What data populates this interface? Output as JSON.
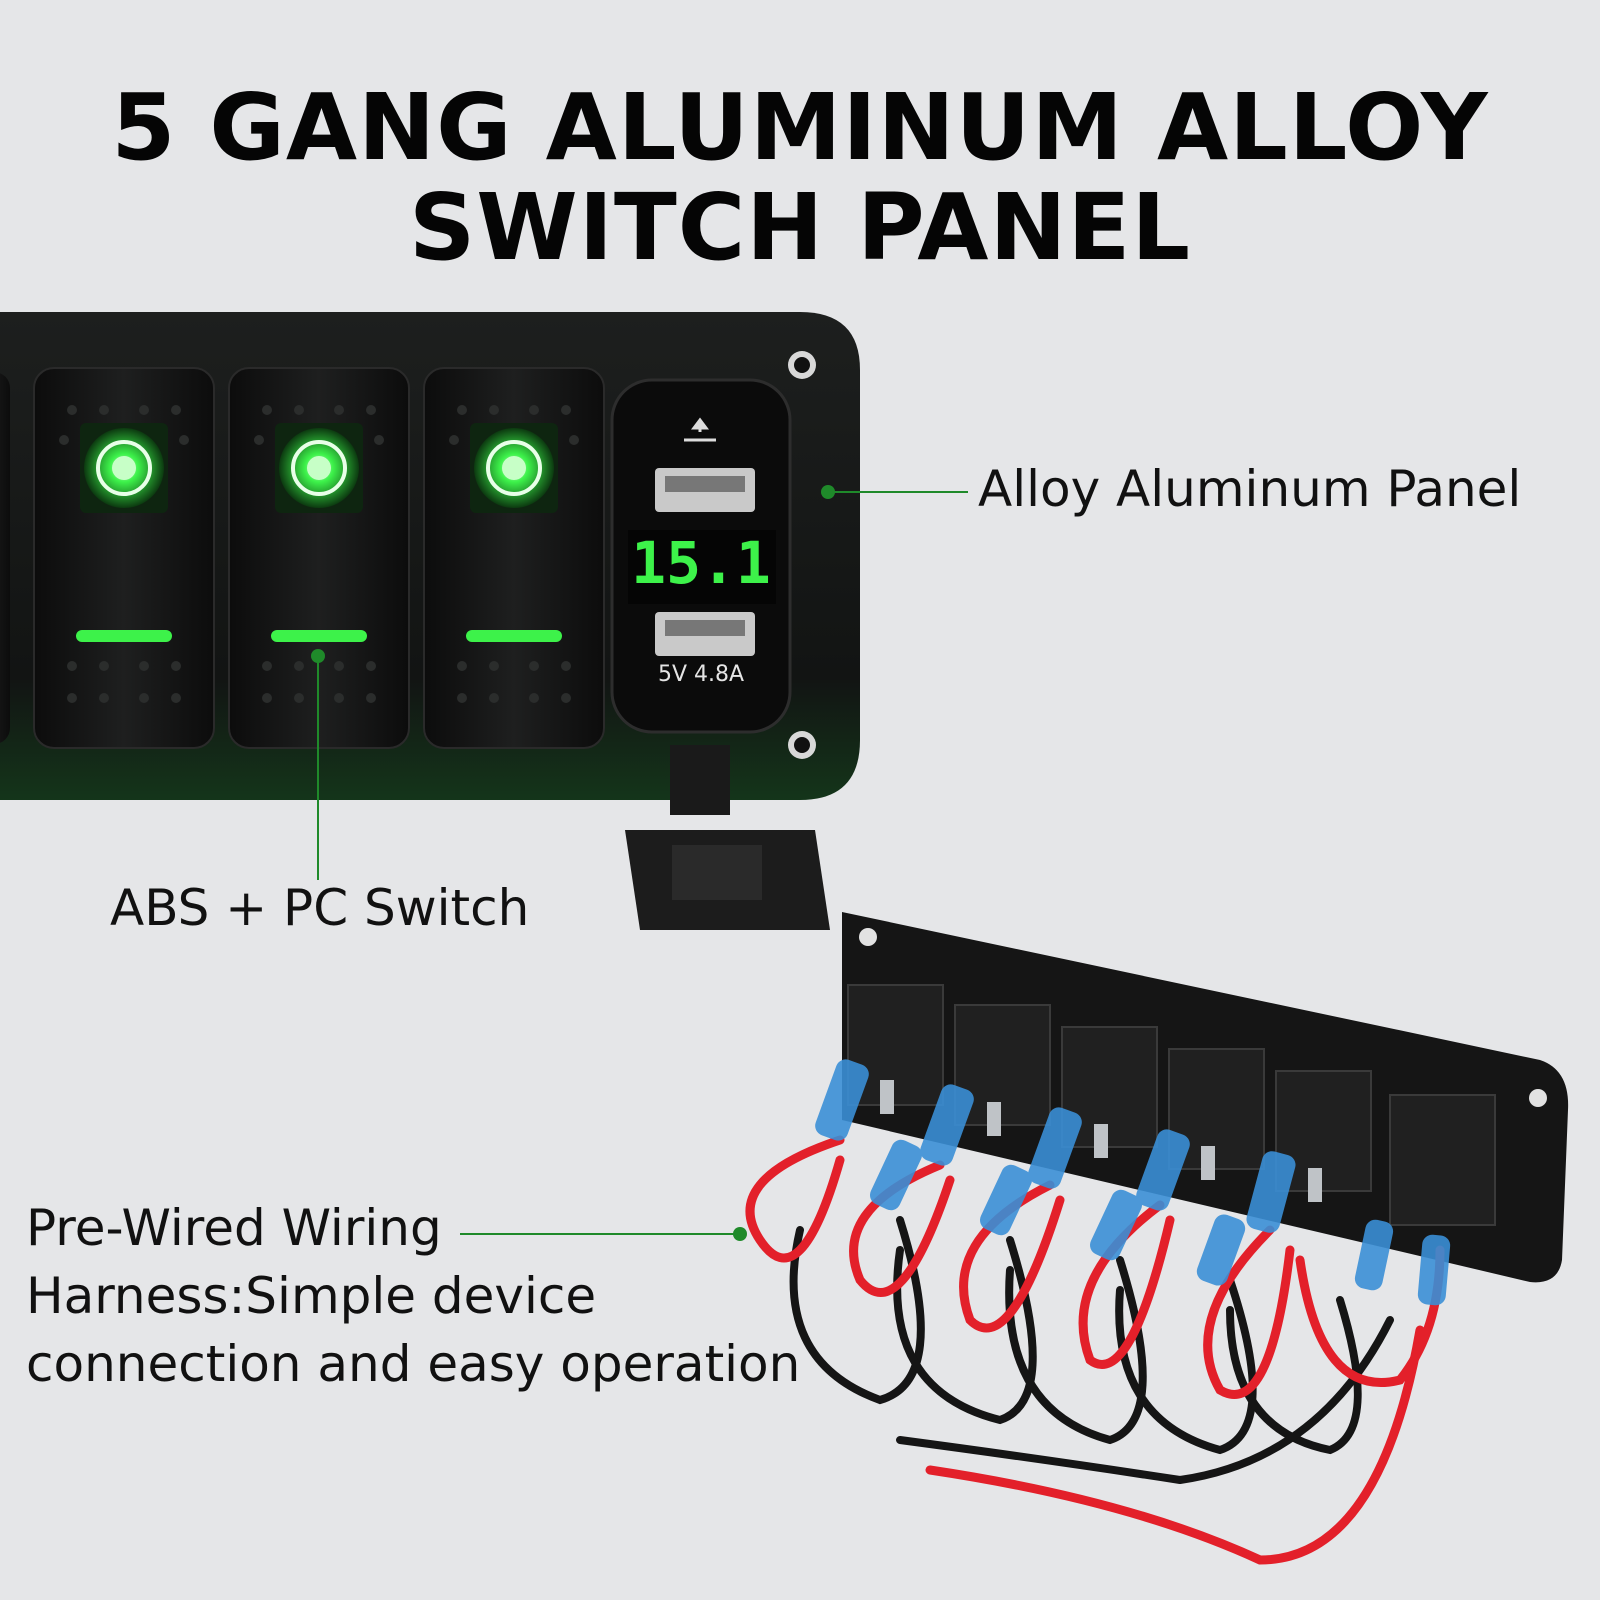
{
  "header": {
    "title_line1": "5 GANG ALUMINUM ALLOY",
    "title_line2": "SWITCH PANEL"
  },
  "callouts": {
    "panel": "Alloy Aluminum Panel",
    "switch": "ABS + PC Switch",
    "wiring_line1": "Pre-Wired Wiring",
    "wiring_line2": "Harness:Simple device",
    "wiring_line3": "connection and easy operation"
  },
  "usb_module": {
    "voltage_readout": "15.1",
    "rating": "5V  4.8A"
  },
  "colors": {
    "background": "#e5e6e8",
    "panel": "#111111",
    "led_green": "#2ee83a",
    "callout_line": "#1f8a2a",
    "wire_red": "#e3202a",
    "wire_black": "#151515",
    "connector_blue": "#3a8fd6"
  }
}
